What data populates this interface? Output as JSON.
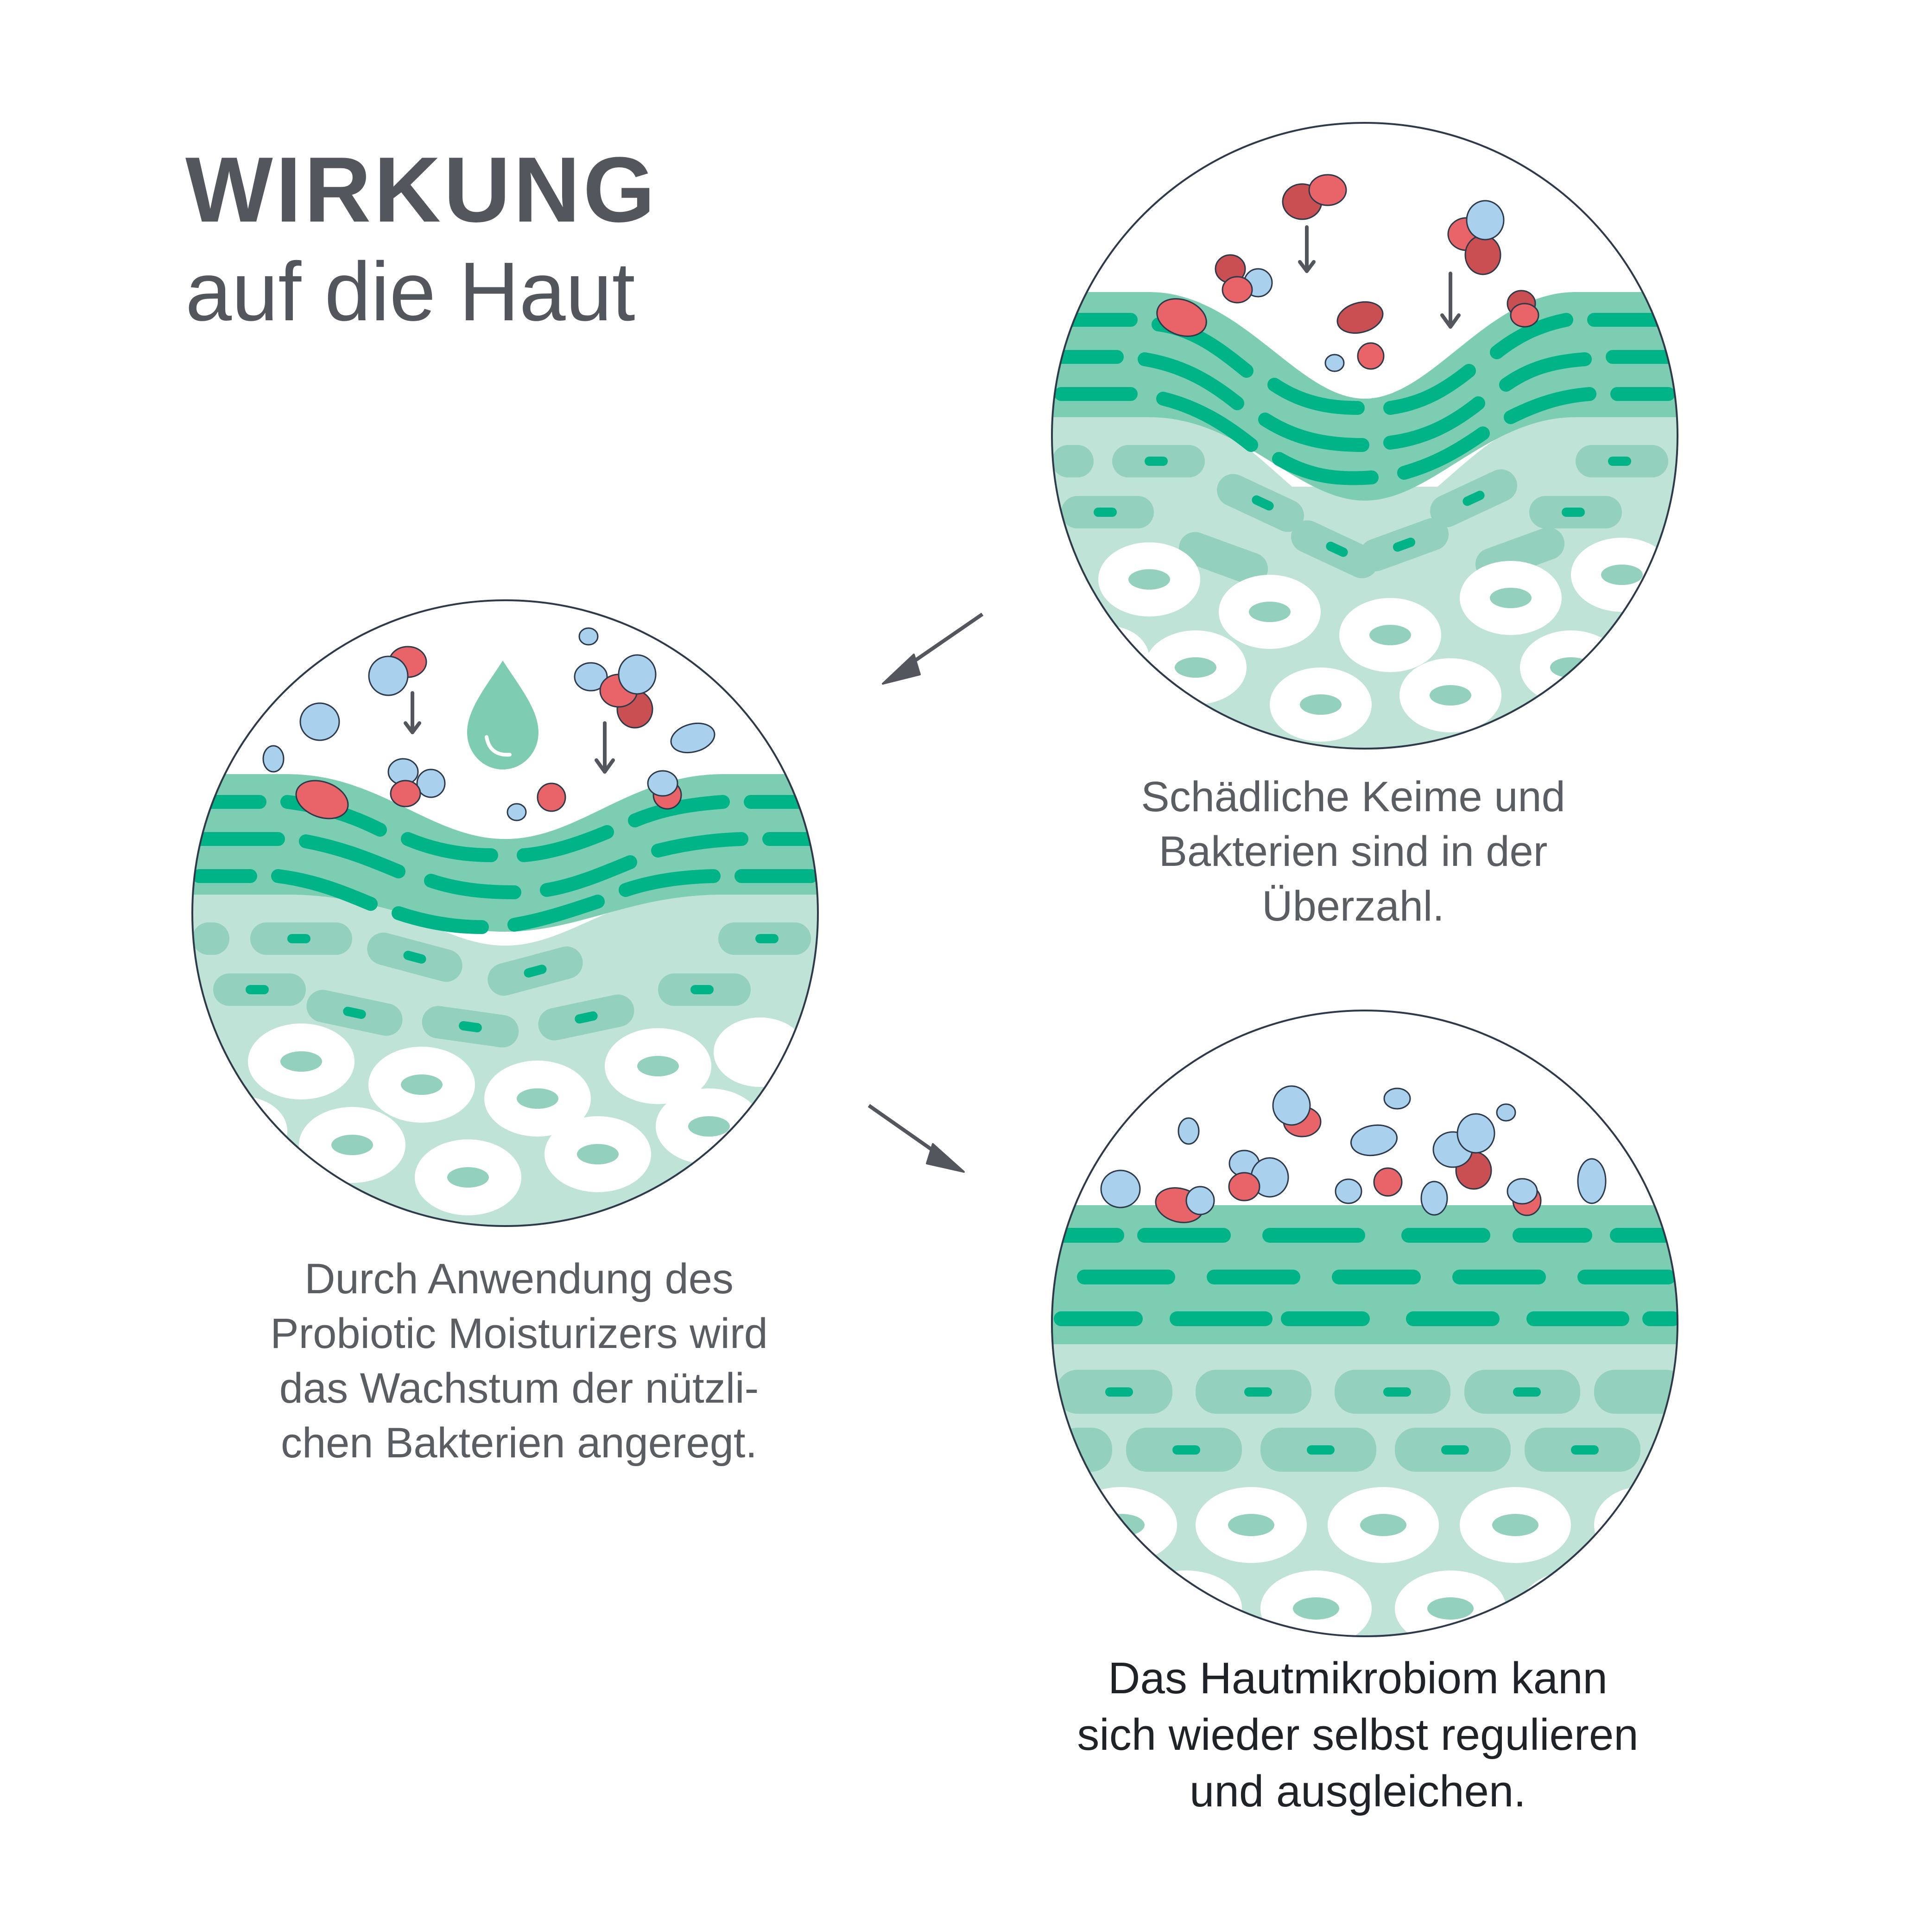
{
  "title": {
    "main": "WIRKUNG",
    "sub": "auf die Haut"
  },
  "steps": [
    {
      "caption_lines": [
        "Schädliche Keime und",
        "Bakterien sind in der",
        "Überzahl."
      ]
    },
    {
      "caption_lines": [
        "Durch Anwendung des",
        "Probiotic Moisturizers wird",
        "das Wachstum der nützli-",
        "chen Bakterien angeregt."
      ]
    },
    {
      "caption_lines": [
        "Das Hautmikrobiom kann",
        "sich wieder selbst regulieren",
        "und ausgleichen."
      ]
    }
  ],
  "colors": {
    "text": "#53565c",
    "caption_dark": "#1f2226",
    "skin_top_band": "#7dcdb3",
    "skin_dash": "#00b488",
    "skin_mid": "#bfe3d6",
    "skin_cell": "#93d0bd",
    "skin_nucleus": "#00b488",
    "skin_white_cell": "#ffffff",
    "bacteria_good": "#a9d0ec",
    "bacteria_bad": "#e86468",
    "bacteria_bad_dark": "#c94f52",
    "droplet": "#7ecdb3",
    "outline": "#2e3a4a",
    "arrow": "#53565c"
  },
  "icons": [
    "droplet-icon",
    "arrow-down-icon",
    "arrow-diagonal-icon"
  ]
}
